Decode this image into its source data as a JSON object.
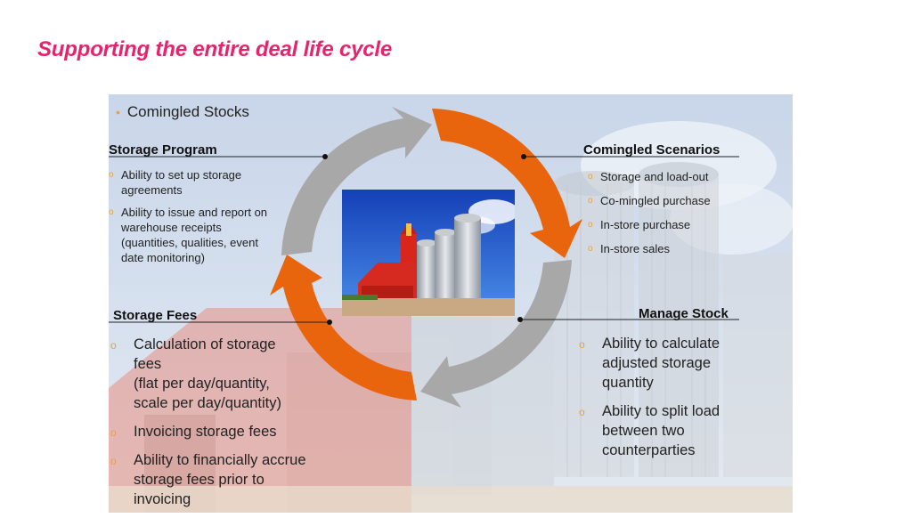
{
  "title": "Supporting the entire deal life cycle",
  "top_bullet": "Comingled Stocks",
  "storage_program": {
    "heading": "Storage Program",
    "items": [
      "Ability to set up storage agreements",
      "Ability to issue and report on warehouse receipts (quantities, qualities, event date monitoring)"
    ]
  },
  "comingled_scenarios": {
    "heading": "Comingled Scenarios",
    "items": [
      "Storage and load-out",
      "Co-mingled purchase",
      "In-store purchase",
      "In-store sales"
    ]
  },
  "storage_fees": {
    "heading": "Storage Fees",
    "items": [
      "Calculation of storage fees",
      "(flat per day/quantity, scale per day/quantity)",
      "Invoicing storage fees",
      "Ability to financially accrue storage fees prior to invoicing"
    ]
  },
  "manage_stock": {
    "heading": "Manage Stock",
    "items": [
      "Ability to calculate adjusted storage quantity",
      "Ability to split load between two counterparties"
    ]
  },
  "colors": {
    "title": "#e6246e",
    "arrow_orange": "#e8650d",
    "arrow_gray": "#a8a8a8",
    "bullet": "#f0a030"
  }
}
